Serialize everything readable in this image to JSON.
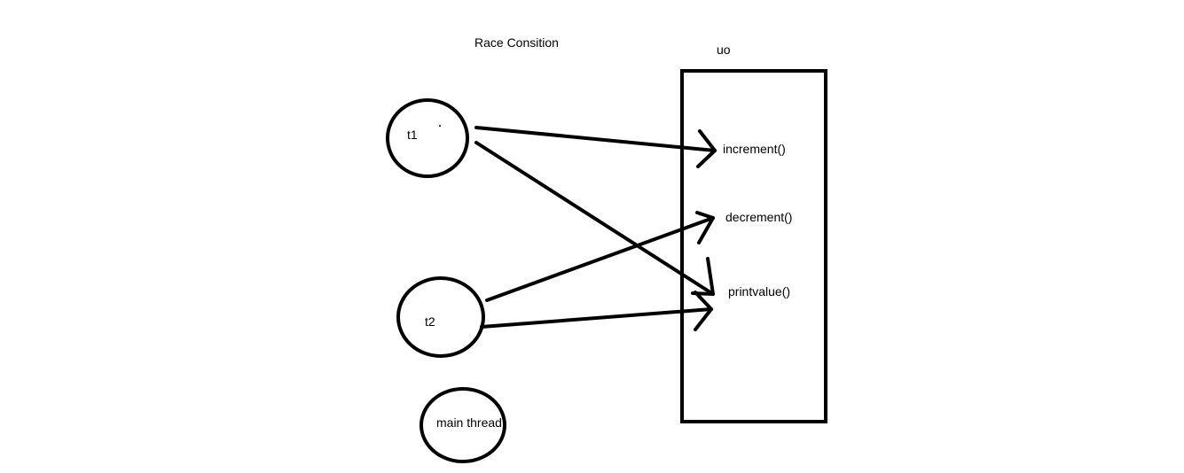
{
  "diagram": {
    "title": "Race Consition",
    "object_name": "uo",
    "threads": [
      {
        "id": "t1",
        "label": "t1"
      },
      {
        "id": "t2",
        "label": "t2"
      },
      {
        "id": "main",
        "label": "main thread"
      }
    ],
    "methods": [
      {
        "id": "increment",
        "label": "increment()"
      },
      {
        "id": "decrement",
        "label": "decrement()"
      },
      {
        "id": "printvalue",
        "label": "printvalue()"
      }
    ],
    "calls": [
      {
        "from": "t1",
        "to": "increment"
      },
      {
        "from": "t1",
        "to": "printvalue"
      },
      {
        "from": "t2",
        "to": "decrement"
      },
      {
        "from": "t2",
        "to": "printvalue"
      }
    ],
    "colors": {
      "stroke": "#000000",
      "background": "#ffffff"
    }
  }
}
